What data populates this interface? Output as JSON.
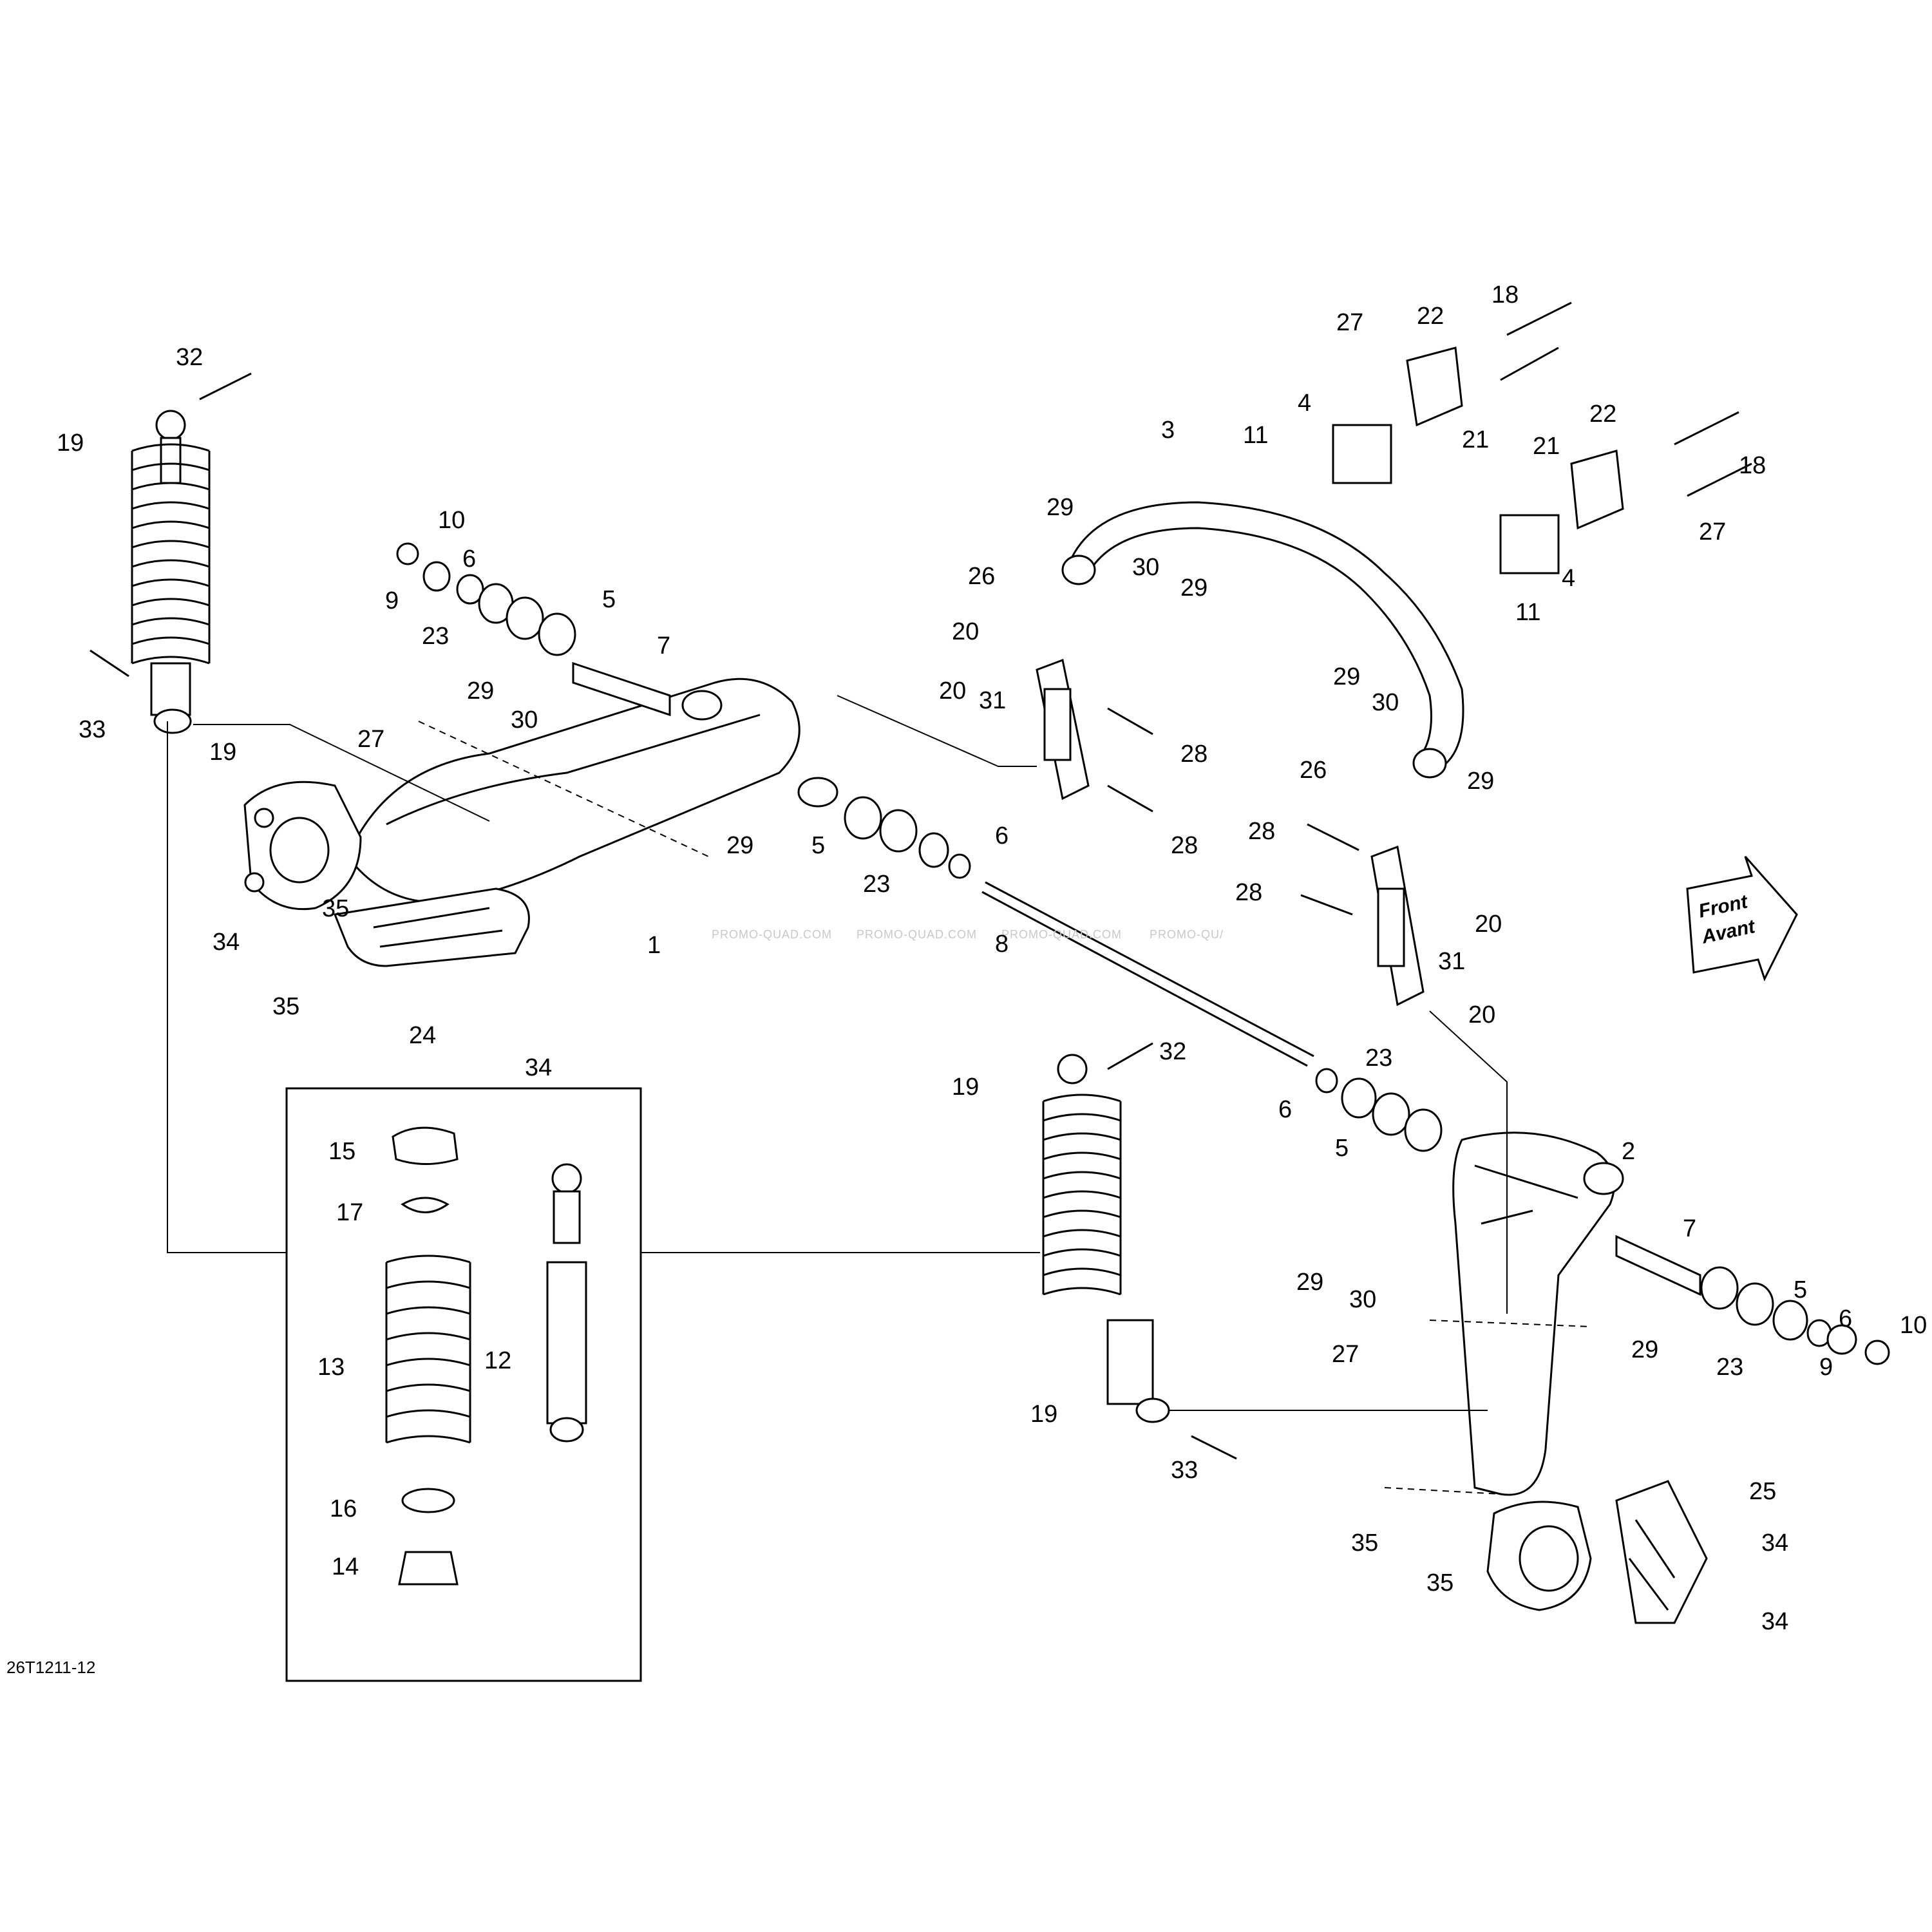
{
  "reference_code": "26T1211-12",
  "watermark": [
    "PROMO-QUAD.COM",
    "PROMO-QUAD.COM",
    "PROMO-QUAD.COM",
    "PROMO-QU/"
  ],
  "direction_arrow": {
    "line1": "Front",
    "line2": "Avant"
  },
  "callouts": {
    "c1": "1",
    "c2": "2",
    "c3": "3",
    "c4a": "4",
    "c4b": "4",
    "c5a": "5",
    "c5b": "5",
    "c5c": "5",
    "c5d": "5",
    "c6a": "6",
    "c6b": "6",
    "c6c": "6",
    "c6d": "6",
    "c7a": "7",
    "c7b": "7",
    "c8": "8",
    "c9a": "9",
    "c9b": "9",
    "c10a": "10",
    "c10b": "10",
    "c11a": "11",
    "c11b": "11",
    "c12": "12",
    "c13": "13",
    "c14": "14",
    "c15": "15",
    "c16": "16",
    "c17": "17",
    "c18a": "18",
    "c18b": "18",
    "c19a": "19",
    "c19b": "19",
    "c19c": "19",
    "c19d": "19",
    "c20a": "20",
    "c20b": "20",
    "c20c": "20",
    "c20d": "20",
    "c21a": "21",
    "c21b": "21",
    "c22a": "22",
    "c22b": "22",
    "c23a": "23",
    "c23b": "23",
    "c23c": "23",
    "c23d": "23",
    "c24": "24",
    "c25": "25",
    "c26a": "26",
    "c26b": "26",
    "c27a": "27",
    "c27b": "27",
    "c27c": "27",
    "c27d": "27",
    "c28a": "28",
    "c28b": "28",
    "c28c": "28",
    "c28d": "28",
    "c29a": "29",
    "c29b": "29",
    "c29c": "29",
    "c29d": "29",
    "c29e": "29",
    "c29f": "29",
    "c29g": "29",
    "c30a": "30",
    "c30b": "30",
    "c30c": "30",
    "c30d": "30",
    "c31a": "31",
    "c31b": "31",
    "c32a": "32",
    "c32b": "32",
    "c33a": "33",
    "c33b": "33",
    "c34a": "34",
    "c34b": "34",
    "c34c": "34",
    "c34d": "34",
    "c35a": "35",
    "c35b": "35",
    "c35c": "35",
    "c35d": "35"
  }
}
